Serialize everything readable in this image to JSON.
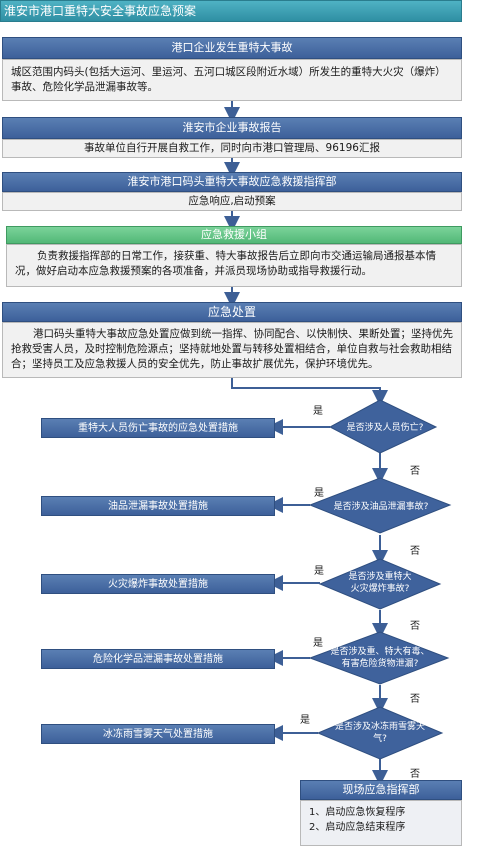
{
  "title": "淮安市港口重特大安全事故应急预案",
  "step1": {
    "header": "港口企业发生重特大事故",
    "body": "城区范围内码头(包括大运河、里运河、五河口城区段附近水域）所发生的重特大火灾（爆炸）事故、危险化学品泄漏事故等。"
  },
  "step2": {
    "header": "淮安市企业事故报告",
    "body": "事故单位自行开展自救工作，同时向市港口管理局、96196汇报"
  },
  "step3": {
    "header": "淮安市港口码头重特大事故应急救援指挥部",
    "body": "应急响应,启动预案"
  },
  "step4": {
    "header": "应急救援小组",
    "body": "负责救援指挥部的日常工作，接获重、特大事故报告后立即向市交通运输局通报基本情况，做好启动本应急救援预案的各项准备，并派员现场协助或指导救援行动。"
  },
  "step5": {
    "header": "应急处置",
    "body": "港口码头重特大事故应急处置应做到统一指挥、协同配合、以快制快、果断处置；坚持优先抢救受害人员，及时控制危险源点；坚持就地处置与转移处置相结合，单位自救与社会救助相结合；坚持员工及应急救援人员的安全优先，防止事故扩展优先，保护环境优先。"
  },
  "decisions": [
    {
      "question": "是否涉及人员伤亡?",
      "measure": "重特大人员伤亡事故的应急处置措施",
      "yes": "是",
      "no": "否"
    },
    {
      "question": "是否涉及油品泄漏事故?",
      "measure": "油品泄漏事故处置措施",
      "yes": "是",
      "no": "否"
    },
    {
      "question": "是否涉及重特大火灾爆炸事故?",
      "question_line1": "是否涉及重特大",
      "question_line2": "火灾爆炸事故?",
      "measure": "火灾爆炸事故处置措施",
      "yes": "是",
      "no": "否"
    },
    {
      "question": "是否涉及重、特大有毒、有害危险货物泄漏?",
      "question_line1": "是否涉及重、特大有毒、",
      "question_line2": "有害危险货物泄漏?",
      "measure": "危险化学品泄漏事故处置措施",
      "yes": "是",
      "no": "否"
    },
    {
      "question": "是否涉及冰冻雨雪雾天气?",
      "question_line1": "是否涉及冰冻雨雪雾天",
      "question_line2": "气?",
      "measure": "冰冻雨雪雾天气处置措施",
      "yes": "是",
      "no": "否"
    }
  ],
  "final": {
    "header": "现场应急指挥部",
    "items": [
      "1、启动应急恢复程序",
      "2、启动应急结束程序"
    ]
  },
  "colors": {
    "title": "#3aa0b4",
    "header_blue": "#4a6fa8",
    "header_green": "#5fc283",
    "body_bg": "#f1f1f1"
  }
}
